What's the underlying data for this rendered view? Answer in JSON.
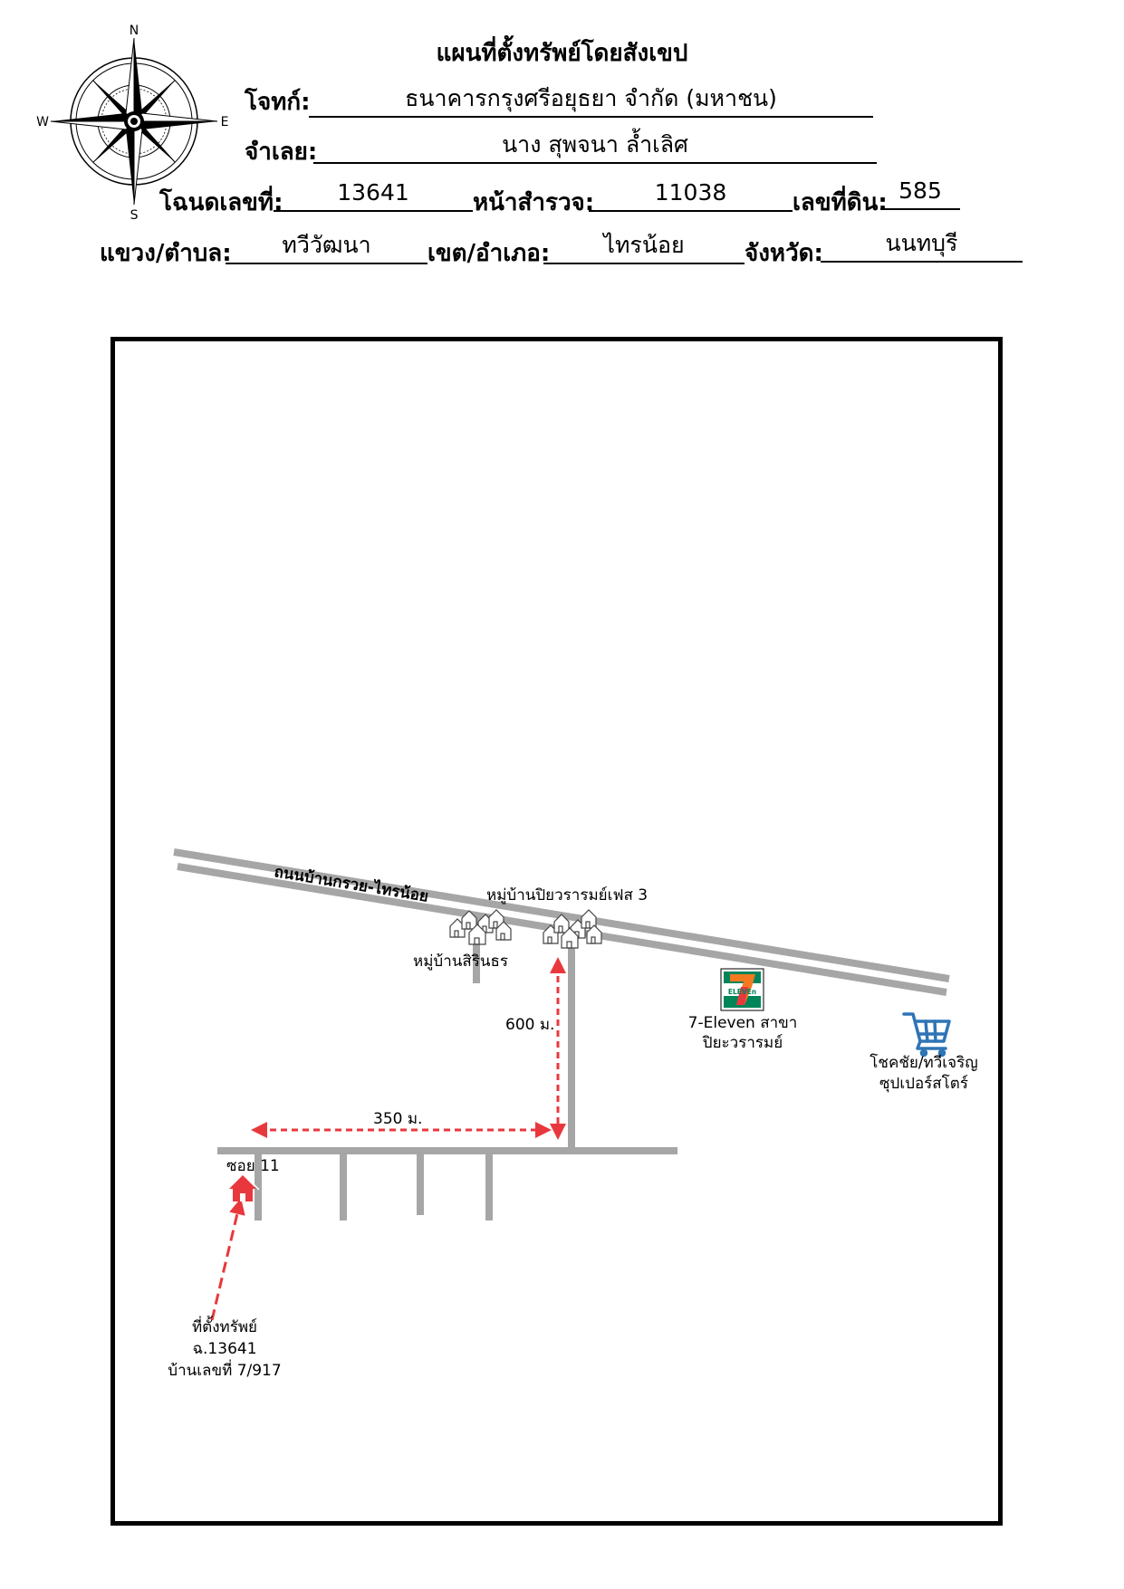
{
  "header": {
    "title": "แผนที่ตั้งทรัพย์โดยสังเขป",
    "plaintiff_label": "โจทก์:",
    "plaintiff_value": "ธนาคารกรุงศรีอยุธยา จำกัด (มหาชน)",
    "defendant_label": "จำเลย:",
    "defendant_value": "นาง สุพจนา ล้ำเลิศ",
    "deed_label": "โฉนดเลขที่:",
    "deed_value": "13641",
    "survey_label": "หน้าสำรวจ:",
    "survey_value": "11038",
    "land_no_label": "เลขที่ดิน:",
    "land_no_value": "585",
    "subdistrict_label": "แขวง/ตำบล:",
    "subdistrict_value": "ทวีวัฒนา",
    "district_label": "เขต/อำเภอ:",
    "district_value": "ไทรน้อย",
    "province_label": "จังหวัด:",
    "province_value": "นนทบุรี"
  },
  "compass": {
    "n": "N",
    "s": "S",
    "e": "E",
    "w": "W",
    "icon": "compass-rose-icon"
  },
  "map": {
    "main_road": "ถนนบ้านกรวย-ไทรน้อย",
    "village_1": "หมู่บ้านสิรินธร",
    "village_2": "หมู่บ้านปิยวรารมย์เฟส 3",
    "seven_eleven_line1": "7-Eleven สาขา",
    "seven_eleven_line2": "ปิยะวรารมย์",
    "seven_eleven_logo_text": "ELEVEn",
    "store_line1": "โชคชัย/ทวีเจริญ",
    "store_line2": "ซุปเปอร์สโตร์",
    "distance_vertical": "600 ม.",
    "distance_horizontal": "350 ม.",
    "soi": "ซอย 11",
    "property_line1": "ที่ตั้งทรัพย์",
    "property_line2": "ฉ.13641",
    "property_line3": "บ้านเลขที่ 7/917",
    "colors": {
      "road": "#a6a6a6",
      "arrow": "#e8383d",
      "house": "#e8383d",
      "cart": "#2e75b6",
      "seven_green": "#00855a",
      "seven_orange": "#f47920"
    }
  }
}
